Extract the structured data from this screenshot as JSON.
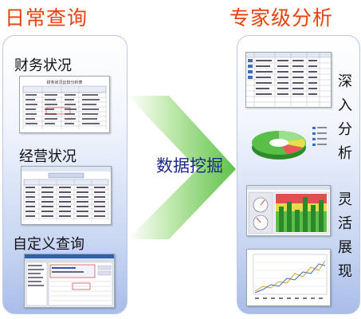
{
  "titles": {
    "left": "日常查询",
    "right": "专家级分析"
  },
  "left_sections": {
    "finance": "财务状况",
    "operations": "经营状况",
    "custom": "自定义查询"
  },
  "arrow_label": "数据挖掘",
  "right_labels": {
    "deep_analysis": [
      "深",
      "入",
      "分",
      "析"
    ],
    "flexible_display": [
      "灵",
      "活",
      "展",
      "现"
    ]
  },
  "thumbnails": {
    "finance_report_title": "财务状况比较分析表"
  },
  "colors": {
    "title": "#e8420e",
    "arrow_label": "#1d2a8a",
    "arrow": "#5fc24a"
  }
}
